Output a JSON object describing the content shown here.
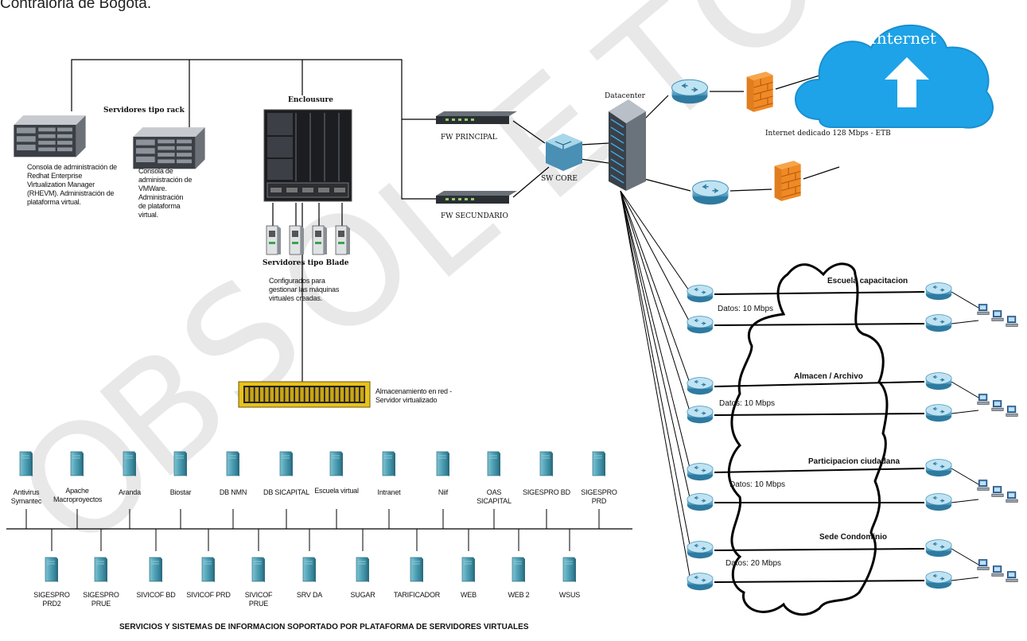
{
  "header": {
    "title": "Contraloria de Bogota."
  },
  "watermark": "OBSOLETO",
  "datacenter": {
    "label": "Datacenter",
    "sw_core": "SW CORE",
    "fw_principal": "FW PRINCIPAL",
    "fw_secundario": "FW SECUNDARIO",
    "internet": "Internet",
    "internet_link": "Internet dedicado 128 Mbps - ETB"
  },
  "servers": {
    "rack_title": "Servidores tipo rack",
    "rack1_desc": "Consola de administración de Redhat Enterprise Virtualization Manager (RHEVM). Administración de plataforma virtual.",
    "rack2_desc": "Consola de administración de VMWare. Administración de plataforma virtual.",
    "enclosure_title": "Enclousure",
    "blade_title": "Servidores tipo Blade",
    "blade_desc": "Configurados para gestionar las máquinas virtuales creadas.",
    "storage_desc": "Almacenamiento en red - Servidor virtualizado"
  },
  "sites": [
    {
      "name": "Escuela capacitacion",
      "speed": "Datos: 10 Mbps"
    },
    {
      "name": "Almacen / Archivo",
      "speed": "Datos: 10 Mbps"
    },
    {
      "name": "Participacion ciudadana",
      "speed": "Datos: 10 Mbps"
    },
    {
      "name": "Sede Condominio",
      "speed": "Datos: 20 Mbps"
    }
  ],
  "services_top": [
    "Antivirus Symantec",
    "Apache Macroproyectos",
    "Aranda",
    "Biostar",
    "DB NMN",
    "DB SICAPITAL",
    "Escuela virtual",
    "Intranet",
    "Niif",
    "OAS SICAPITAL",
    "SIGESPRO BD",
    "SIGESPRO PRD"
  ],
  "services_bottom": [
    "SIGESPRO PRD2",
    "SIGESPRO PRUE",
    "SIVICOF BD",
    "SIVICOF PRD",
    "SIVICOF PRUE",
    "SRV DA",
    "SUGAR",
    "TARIFICADOR",
    "WEB",
    "WEB 2",
    "WSUS"
  ],
  "services_caption": "SERVICIOS Y SISTEMAS DE INFORMACION SOPORTADO POR PLATAFORMA DE SERVIDORES VIRTUALES",
  "colors": {
    "cloud": "#1ea3e8",
    "router": "#5aa6c9",
    "firewall": "#f39530",
    "server_teal": "#4e9fb4",
    "watermark": "#d6d6d6"
  }
}
